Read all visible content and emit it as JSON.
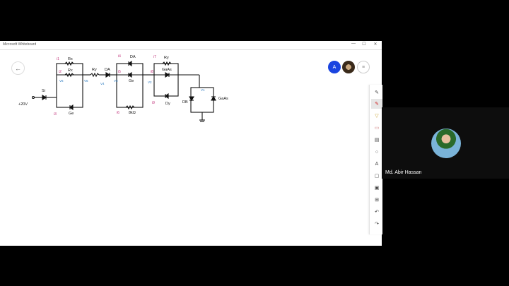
{
  "window": {
    "title": "Microsoft Whiteboard",
    "controls": {
      "minimize": "—",
      "maximize": "☐",
      "close": "✕"
    }
  },
  "whiteboard": {
    "back_icon": "←",
    "participants": [
      {
        "name": "user-initial",
        "initial": "A",
        "color": "#1a44e0"
      },
      {
        "name": "user-photo",
        "initial": "",
        "color": "#4a3a2a"
      }
    ],
    "menu_icon": "≡",
    "circuit": {
      "source": "+20V",
      "labels_black": [
        "Si",
        "Rx",
        "Rx",
        "Ge",
        "Ry",
        "DA",
        "DA",
        "Ge",
        "8kΩ",
        "Ry",
        "GaAs",
        "Dy",
        "DB",
        "GaAs"
      ],
      "labels_pink": [
        "i1",
        "i2",
        "i3",
        "i4",
        "i5",
        "i6",
        "i7",
        "i8",
        "i9"
      ],
      "labels_blue": [
        "V6",
        "V5",
        "V4",
        "V3",
        "V2",
        "V1"
      ]
    }
  },
  "toolbar": {
    "tools": [
      {
        "name": "pen-black",
        "glyph": "✎"
      },
      {
        "name": "pen-red",
        "glyph": "✎"
      },
      {
        "name": "highlighter",
        "glyph": "▽"
      },
      {
        "name": "eraser",
        "glyph": "▭"
      },
      {
        "name": "ruler",
        "glyph": "▤"
      },
      {
        "name": "lasso",
        "glyph": "○"
      },
      {
        "name": "text",
        "glyph": "A"
      },
      {
        "name": "sticky-note",
        "glyph": "▢"
      },
      {
        "name": "image",
        "glyph": "▣"
      },
      {
        "name": "insert",
        "glyph": "⊞"
      },
      {
        "name": "undo",
        "glyph": "↶"
      },
      {
        "name": "redo",
        "glyph": "↷"
      }
    ]
  },
  "video": {
    "participant_name": "Md. Abir Hassan"
  },
  "colors": {
    "ink_black": "#111111",
    "ink_pink": "#c0307a",
    "ink_blue": "#2a7ac0",
    "accent_blue": "#1a44e0"
  }
}
